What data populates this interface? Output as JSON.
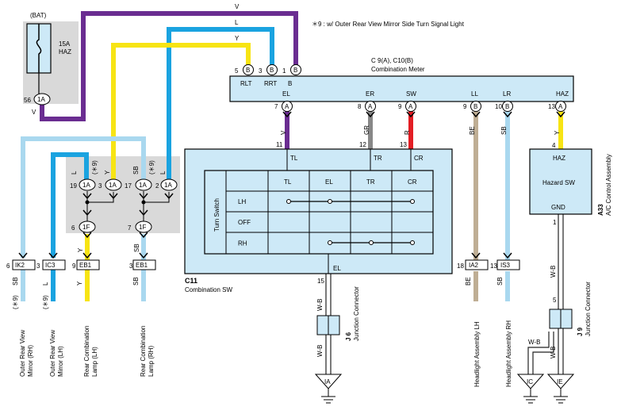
{
  "note": "＊9 : w/ Outer Rear View Mirror Side Turn Signal Light",
  "colors": {
    "V": "#6a2d91",
    "L": "#1aa3e0",
    "Y": "#f7e414",
    "SB": "#a9d8ef",
    "GR": "#888888",
    "R": "#e31e24",
    "BE": "#bfae94",
    "WB": "#222222",
    "panel": "#cde9f7",
    "shade": "#d9d9d9"
  },
  "bat": {
    "title": "(BAT)",
    "fuse_amp": "15A",
    "fuse_name": "HAZ",
    "pin": "56",
    "conn": "1A",
    "wire": "V"
  },
  "top_wires": {
    "v": "V",
    "l": "L",
    "y": "Y"
  },
  "meter": {
    "id": "C 9(A), C10(B)",
    "name": "Combination Meter",
    "top_pins": [
      {
        "num": "5",
        "conn": "B",
        "label": "RLT"
      },
      {
        "num": "3",
        "conn": "B",
        "label": "RRT"
      },
      {
        "num": "1",
        "conn": "B",
        "label": "B"
      }
    ],
    "bottom_pins": [
      {
        "label": "EL",
        "num": "7",
        "conn": "A",
        "wire": "V"
      },
      {
        "label": "ER",
        "num": "8",
        "conn": "A",
        "wire": "GR"
      },
      {
        "label": "SW",
        "num": "9",
        "conn": "A",
        "wire": "R"
      },
      {
        "label": "LL",
        "num": "9",
        "conn": "B",
        "wire": "BE"
      },
      {
        "label": "LR",
        "num": "10",
        "conn": "B",
        "wire": "SB"
      },
      {
        "label": "HAZ",
        "num": "13",
        "conn": "A",
        "wire": "Y"
      }
    ]
  },
  "combo_sw": {
    "id": "C11",
    "name": "Combination SW",
    "in_pins": [
      {
        "num": "11",
        "label": "TL"
      },
      {
        "num": "12",
        "label": "TR"
      },
      {
        "num": "13",
        "label": "CR"
      }
    ],
    "table_title": "Turn Switch",
    "cols": [
      "TL",
      "EL",
      "TR",
      "CR"
    ],
    "rows": [
      "LH",
      "OFF",
      "RH"
    ],
    "out_label": "EL",
    "out_pin": "15",
    "out_wire": "W-B"
  },
  "junction_1a": {
    "left_pins": [
      {
        "num": "19",
        "conn": "1A",
        "wire": "L"
      },
      {
        "num": "3",
        "conn": "1A",
        "wire": "Y",
        "note": "(＊9)"
      }
    ],
    "right_pins": [
      {
        "num": "17",
        "conn": "1A",
        "wire": "SB"
      },
      {
        "num": "2",
        "conn": "1A",
        "wire": "L",
        "note": "(＊9)"
      }
    ],
    "lower": [
      {
        "num": "6",
        "conn": "1F",
        "wire": "Y"
      },
      {
        "num": "7",
        "conn": "1F",
        "wire": "SB"
      }
    ]
  },
  "left_loads": [
    {
      "pin": "6",
      "conn": "IK2",
      "wire": "SB",
      "note": "(＊9)",
      "name": "Outer Rear View Mirror (RH)"
    },
    {
      "pin": "3",
      "conn": "IC3",
      "wire": "L",
      "note": "(＊9)",
      "name": "Outer Rear View Mirror (LH)"
    },
    {
      "pin": "9",
      "conn": "EB1",
      "wire": "Y",
      "name": "Rear Combination Lamp (LH)"
    },
    {
      "pin": "3",
      "conn": "EB1",
      "wire": "SB",
      "name": "Rear Combination Lamp (RH)"
    }
  ],
  "right_loads": [
    {
      "pin": "18",
      "conn": "IA2",
      "wire": "BE",
      "name": "Headlight Assembly LH"
    },
    {
      "pin": "13",
      "conn": "IS3",
      "wire": "SB",
      "name": "Headlight Assembly RH"
    }
  ],
  "haz_sw": {
    "id": "A33",
    "assembly": "A/C Control Assembly",
    "in_pin": "4",
    "top": "HAZ",
    "name": "Hazard SW",
    "bottom": "GND",
    "out_pin": "1",
    "wire": "W-B"
  },
  "jc_j6": {
    "id": "J 6",
    "name": "Junction Connector",
    "wire": "W-B"
  },
  "jc_j9": {
    "id": "J 9",
    "name": "Junction Connector",
    "pin": "5",
    "wire": "W-B",
    "wire2": "W-B"
  },
  "grounds": [
    "IA",
    "IC",
    "IE"
  ]
}
